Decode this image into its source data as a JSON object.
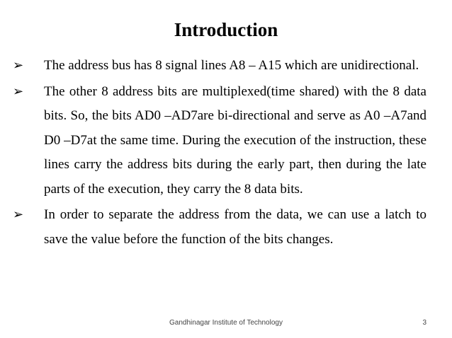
{
  "slide": {
    "title": "Introduction",
    "bullets": [
      {
        "marker_icon": "arrowhead-bullet-icon",
        "marker": "➢",
        "text": "The address bus has 8 signal lines A8 – A15 which are unidirectional."
      },
      {
        "marker_icon": "arrowhead-bullet-icon",
        "marker": "➢",
        "text": "The other 8 address bits are multiplexed(time shared) with the 8 data bits. So, the bits AD0 –AD7are bi-directional and serve as A0 –A7and D0 –D7at the same time. During the execution of the instruction, these lines carry the address bits during the early part, then during the late parts of the execution, they carry the 8 data bits."
      },
      {
        "marker_icon": "arrowhead-bullet-icon",
        "marker": "➢",
        "text": "In order to separate the address from the data, we can use a latch to save the value before the function of the bits changes."
      }
    ],
    "footer": {
      "institute": "Gandhinagar Institute of Technology",
      "page_number": "3"
    }
  }
}
